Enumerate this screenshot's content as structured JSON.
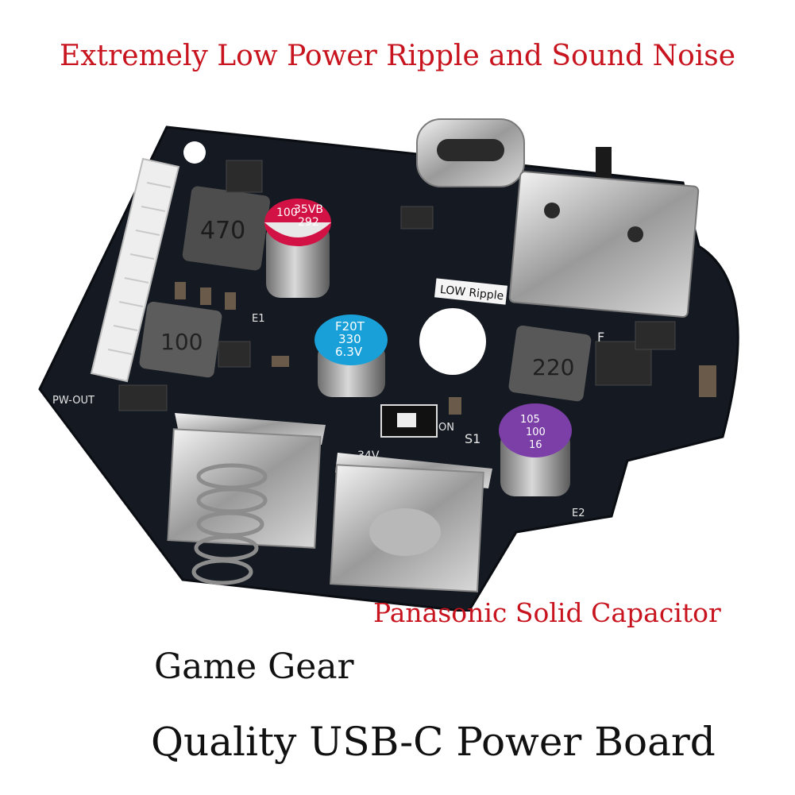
{
  "headline": "Extremely Low Power Ripple and Sound Noise",
  "captions": {
    "capacitor": "Panasonic Solid Capacitor",
    "product_line1": "Game Gear",
    "product_line2": "Quality USB-C Power Board"
  },
  "board_labels": {
    "inductor_large": "470",
    "inductor_small": "100",
    "inductor_right": "220",
    "cap_red": [
      "100",
      "35VB",
      "292"
    ],
    "cap_blue": [
      "F20T",
      "330",
      "6.3V"
    ],
    "cap_purple": [
      "105",
      "100",
      "16"
    ],
    "low_ripple": "LOW Ripple",
    "pw_out": "PW-OUT",
    "voltage": "34V",
    "switch": "ON",
    "s1": "S1",
    "plus": "+",
    "e1": "E1",
    "e2": "E2",
    "f": "F"
  },
  "colors": {
    "headline": "#c8141e",
    "pcb": "#151a22",
    "caption_dark": "#111111"
  }
}
